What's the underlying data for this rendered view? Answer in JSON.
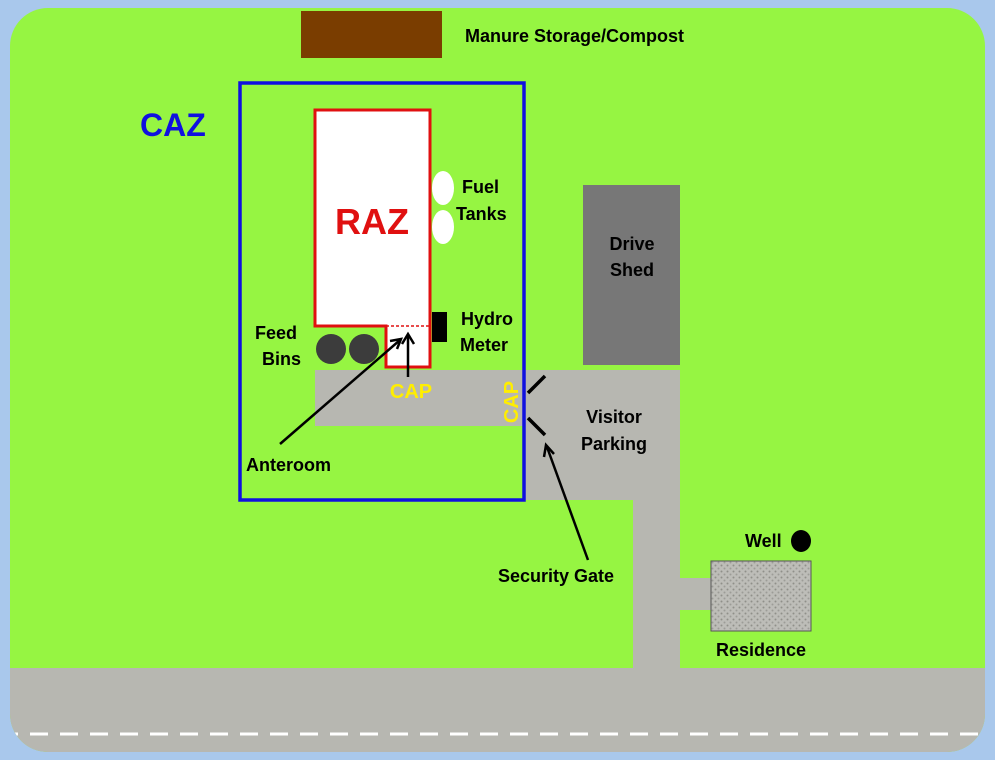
{
  "labels": {
    "manure": "Manure Storage/Compost",
    "caz": "CAZ",
    "raz": "RAZ",
    "fuel_line1": "Fuel",
    "fuel_line2": "Tanks",
    "drive_line1": "Drive",
    "drive_line2": "Shed",
    "feed_line1": "Feed",
    "feed_line2": "Bins",
    "hydro_line1": "Hydro",
    "hydro_line2": "Meter",
    "cap_anteroom": "CAP",
    "cap_gate": "CAP",
    "anteroom": "Anteroom",
    "visitor_line1": "Visitor",
    "visitor_line2": "Parking",
    "security_gate": "Security Gate",
    "well": "Well",
    "residence": "Residence"
  },
  "colors": {
    "background": "#a9c8ec",
    "grass": "#96f542",
    "road": "#b7b7b1",
    "caz_border": "#1010e0",
    "raz_border": "#e01010",
    "raz_text": "#e01010",
    "caz_text": "#1010e0",
    "cap_text": "#ffee00",
    "manure": "#7a3d00",
    "drive_shed": "#777777",
    "feed_bins": "#3c3c3c"
  }
}
